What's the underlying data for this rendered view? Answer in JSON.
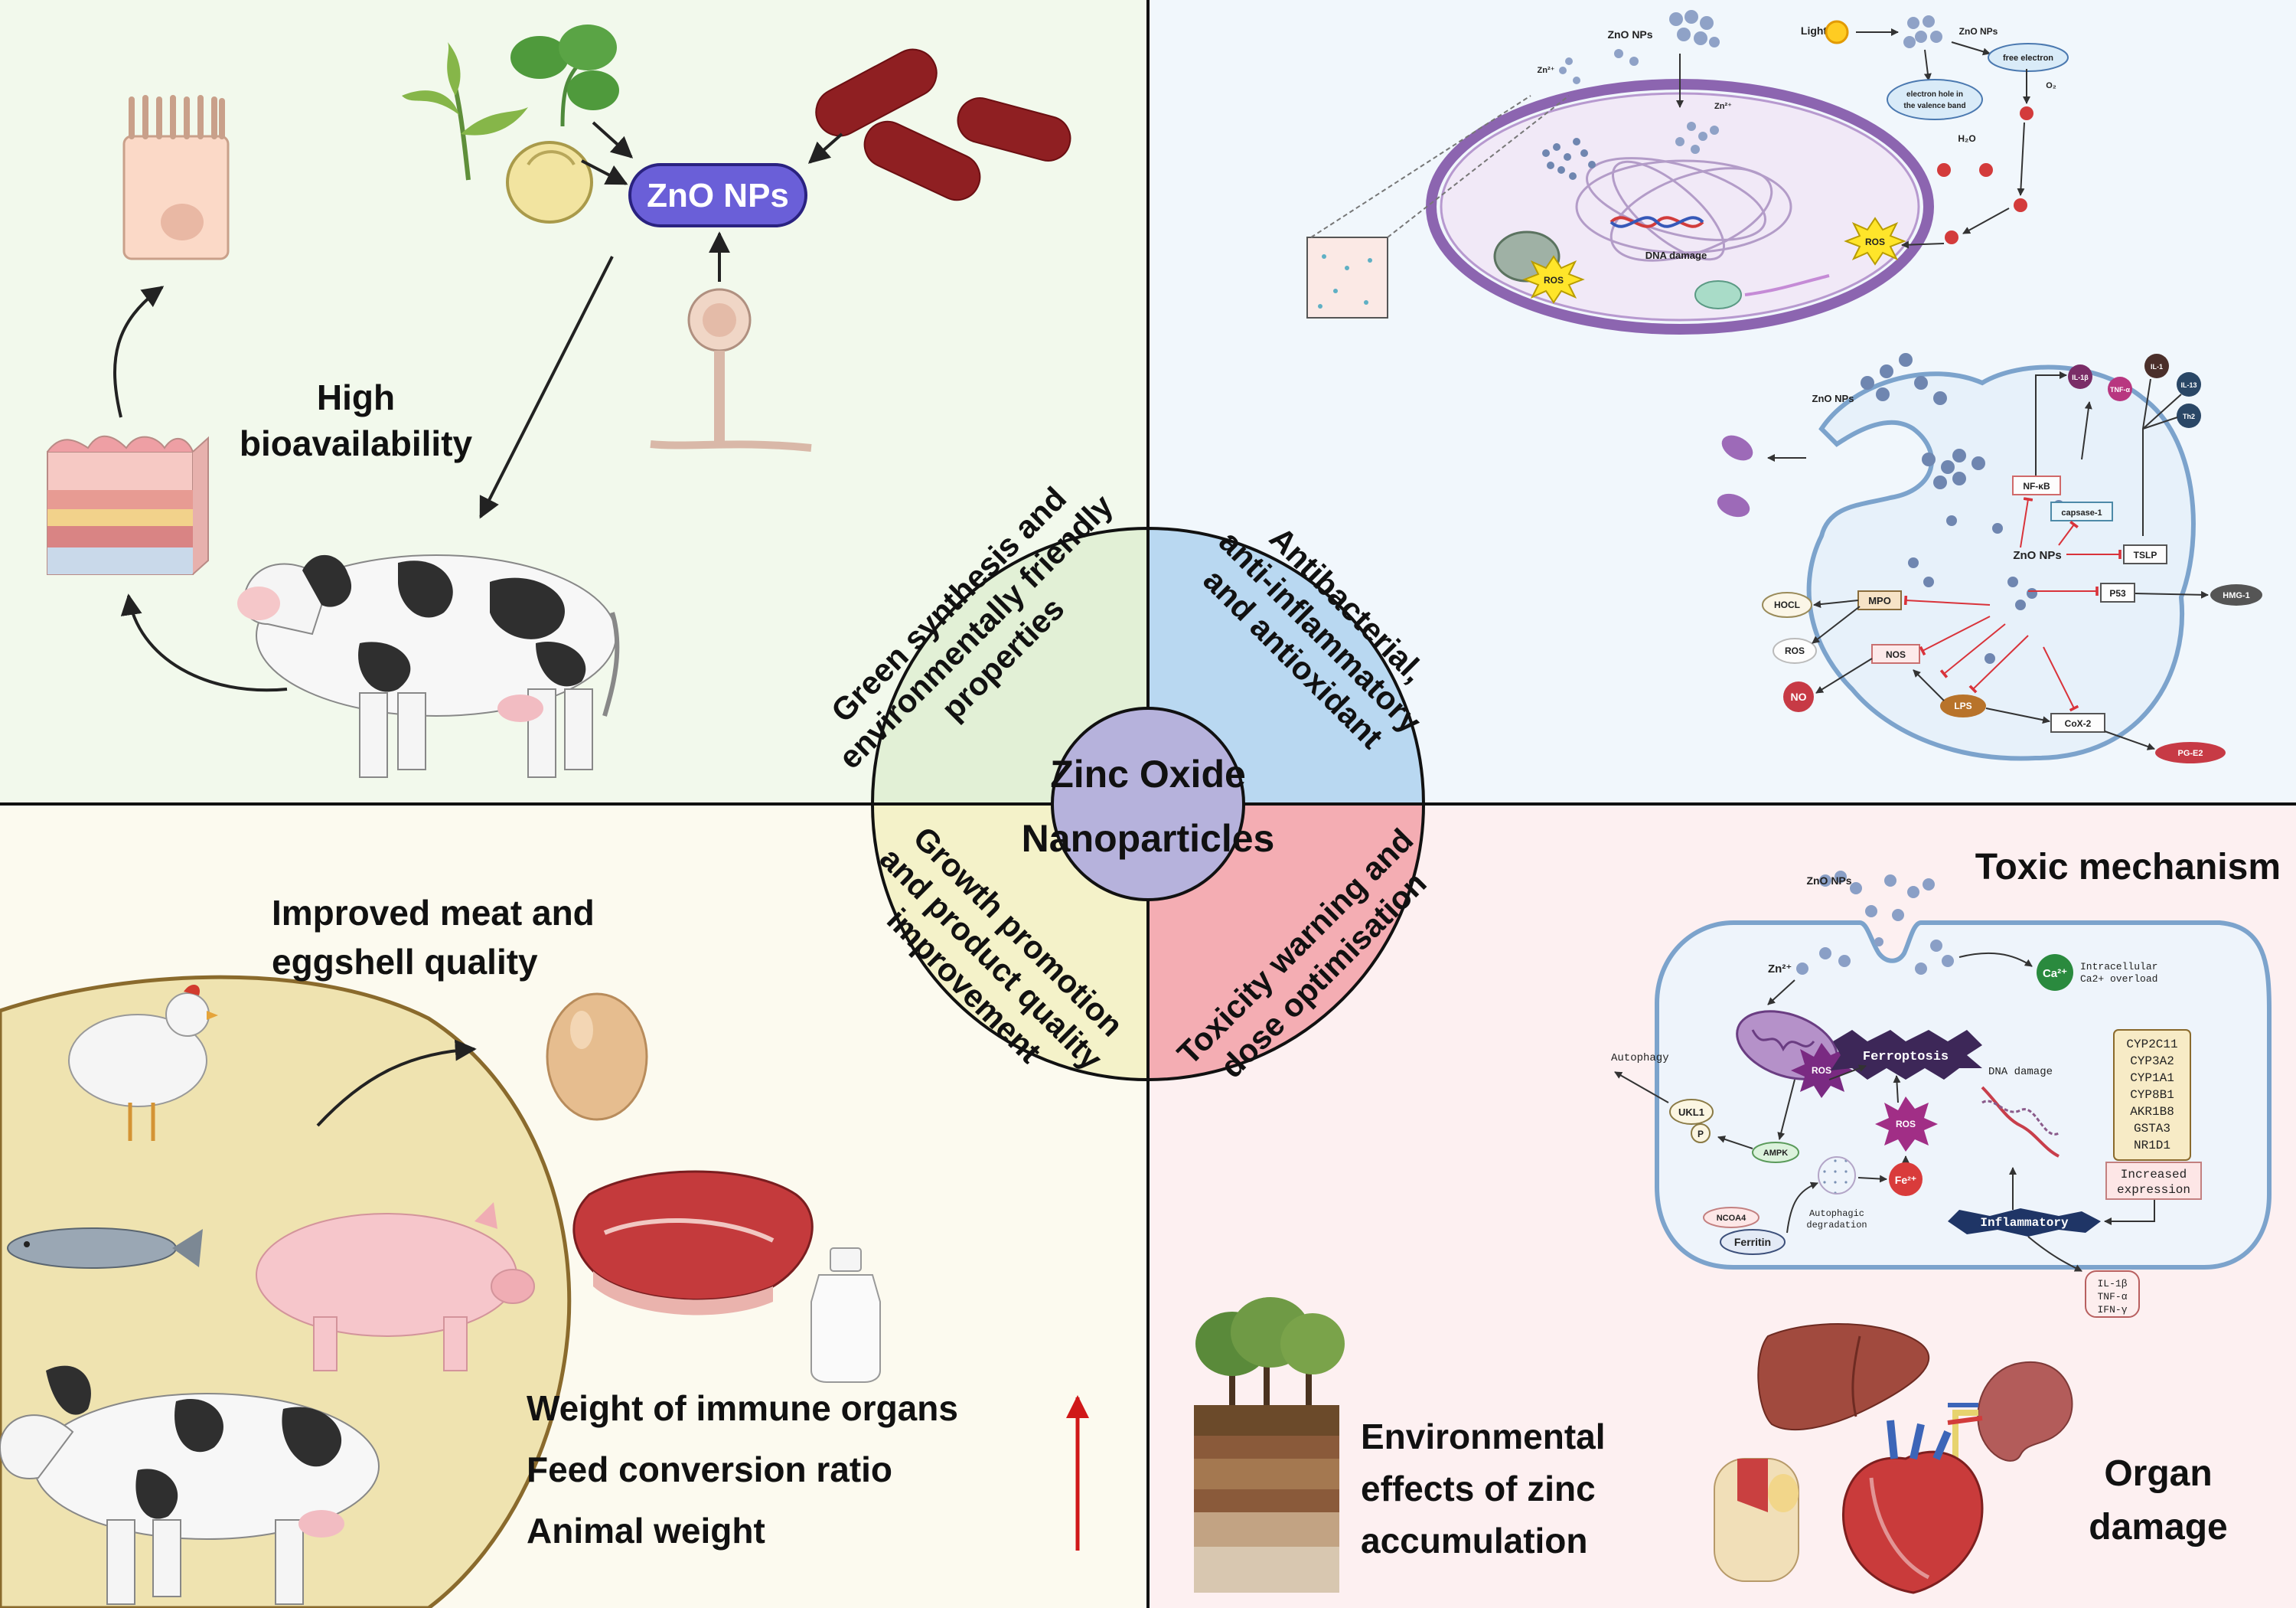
{
  "center": {
    "line1": "Zinc Oxide",
    "line2": "Nanoparticles"
  },
  "colors": {
    "green": "#e2f0d6",
    "blue": "#b9d8f1",
    "yellow": "#f4f2c9",
    "red": "#f4adb3",
    "center": "#b6b2dc"
  },
  "sectors": {
    "green": [
      "Green synthesis and",
      "environmentally friendly",
      "properties"
    ],
    "blue": [
      "Antibacterial,",
      "anti-inflammatory",
      "and antioxidant"
    ],
    "yellow": [
      "Growth promotion",
      "and product quality",
      "improvement"
    ],
    "red": [
      "Toxicity warning and",
      "dose optimisation"
    ]
  },
  "tl": {
    "znp_label": "ZnO NPs",
    "bio1": "High",
    "bio2": "bioavailability"
  },
  "tr": {
    "top": {
      "znp": "ZnO NPs",
      "light": "Light",
      "znp2": "ZnO NPs",
      "zn2": "Zn²⁺",
      "zn2b": "Zn²⁺",
      "free_electron": "free electron",
      "hole1": "electron hole in",
      "hole2": "the valence band",
      "h2o": "H₂O",
      "o2": "O₂",
      "ros1": "ROS",
      "ros2": "ROS",
      "dna": "DNA damage"
    },
    "cell": {
      "znp": "ZnO NPs",
      "il1b": "IL-1β",
      "tnf": "TNF-α",
      "il1": "IL-1",
      "il13": "IL-13",
      "th2": "Th2",
      "nfkb": "NF-κB",
      "casp": "capsase-1",
      "center": "ZnO NPs",
      "tslp": "TSLP",
      "p53": "P53",
      "hmg": "HMG-1",
      "hocl": "HOCL",
      "mpo": "MPO",
      "ros": "ROS",
      "nos": "NOS",
      "no": "NO",
      "lps": "LPS",
      "cox": "CoX-2",
      "pge": "PG-E2"
    }
  },
  "bl": {
    "meat1": "Improved meat and",
    "meat2": "eggshell quality",
    "list": [
      "Weight of immune organs",
      "Feed conversion ratio",
      "Animal weight"
    ]
  },
  "br": {
    "title": "Toxic mechanism",
    "znp": "ZnO NPs",
    "zn2": "Zn²⁺",
    "ca": "Ca²⁺",
    "ca1": "Intracellular",
    "ca2": "Ca2+ overload",
    "autophagy": "Autophagy",
    "ferroptosis": "Ferroptosis",
    "dna": "DNA damage",
    "ros1": "ROS",
    "ros2": "ROS",
    "ukl": "UKL1",
    "p": "P",
    "ampk": "AMPK",
    "fe": "Fe²⁺",
    "ncoa": "NCOA4",
    "ferritin": "Ferritin",
    "deg1": "Autophagic",
    "deg2": "degradation",
    "inflam": "Inflammatory",
    "genes": [
      "CYP2C11",
      "CYP3A2",
      "CYP1A1",
      "CYP8B1",
      "AKR1B8",
      "GSTA3",
      "NR1D1"
    ],
    "inc1": "Increased",
    "inc2": "expression",
    "cyto": [
      "IL-1β",
      "TNF-α",
      "IFN-γ"
    ],
    "env": [
      "Environmental",
      "effects of zinc",
      "accumulation"
    ],
    "organ": [
      "Organ",
      "damage"
    ]
  }
}
